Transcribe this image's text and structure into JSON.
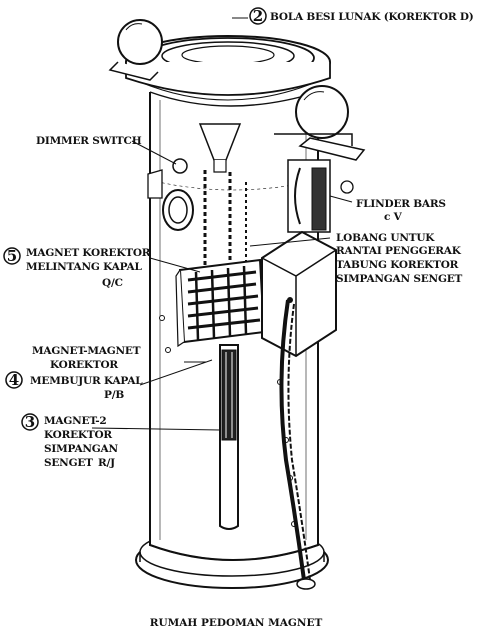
{
  "caption": "RUMAH PEDOMAN MAGNET",
  "labels": {
    "bola": {
      "number": "2",
      "text": "BOLA BESI LUNAK (KOREKTOR D)"
    },
    "dimmer": {
      "text": "DIMMER SWITCH"
    },
    "flinder": {
      "line1": "FLINDER BARS",
      "line2": "c V"
    },
    "lobang": {
      "line1": "LOBANG UNTUK",
      "line2": "RANTAI PENGGERAK",
      "line3": "TABUNG KOREKTOR",
      "line4": "SIMPANGAN SENGET"
    },
    "melintang": {
      "number": "5",
      "line1": "MAGNET KOREKTOR",
      "line2": "MELINTANG KAPAL",
      "line3": "Q/C"
    },
    "membujur": {
      "number": "4",
      "line1": "MAGNET-MAGNET",
      "line2": "KOREKTOR",
      "line3": "MEMBUJUR KAPAL",
      "line4": "P/B"
    },
    "senget": {
      "number": "3",
      "line1": "MAGNET-2",
      "line2": "KOREKTOR",
      "line3": "SIMPANGAN",
      "line4": "SENGET",
      "line5": "R/J"
    }
  }
}
